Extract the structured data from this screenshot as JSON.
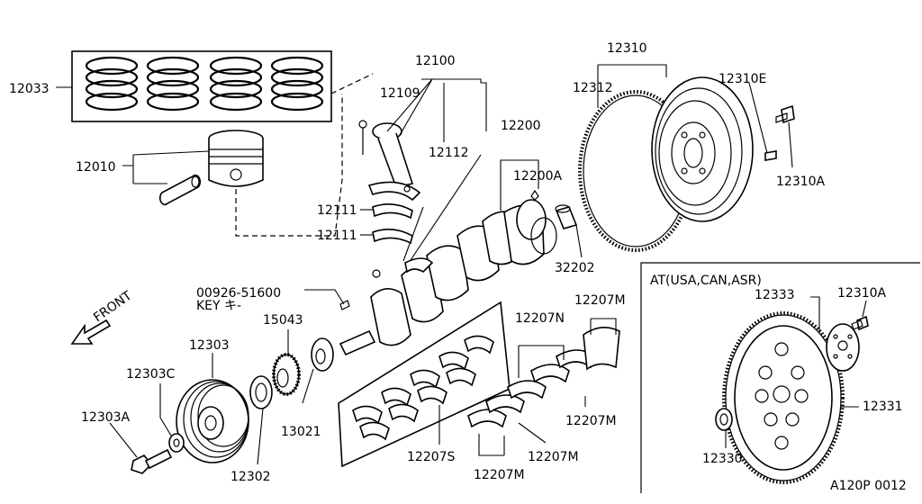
{
  "labels": {
    "p12033": "12033",
    "p12010": "12010",
    "p12100": "12100",
    "p12109": "12109",
    "p12112": "12112",
    "p12111a": "12111",
    "p12111b": "12111",
    "p12200": "12200",
    "p12200A": "12200A",
    "p32202": "32202",
    "p12310": "12310",
    "p12312": "12312",
    "p12310E": "12310E",
    "p12310A": "12310A",
    "key_part": "00926-51600",
    "key_text": "KEY キ-",
    "p15043": "15043",
    "p12303": "12303",
    "p12303C": "12303C",
    "p12303A": "12303A",
    "p12302": "12302",
    "p13021": "13021",
    "p12207S": "12207S",
    "p12207N": "12207N",
    "p12207M_a": "12207M",
    "p12207M_b": "12207M",
    "p12207M_c": "12207M",
    "p12207M_d": "12207M",
    "front": "FRONT",
    "at_title": "AT(USA,CAN,ASR)",
    "at_12333": "12333",
    "at_12310A": "12310A",
    "at_12331": "12331",
    "at_12330": "12330",
    "figure_code": "A120P 0012"
  },
  "icons": {
    "front_arrow": "front-arrow-icon"
  }
}
